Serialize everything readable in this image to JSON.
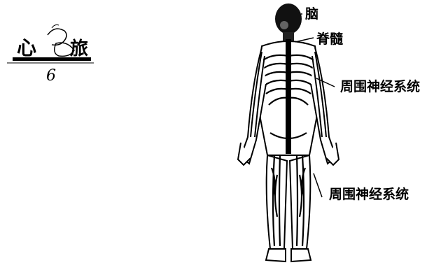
{
  "logo": {
    "text": "心旅",
    "page_number": "6"
  },
  "labels": {
    "brain": "脑",
    "spinal_cord": "脊髓",
    "peripheral_upper": "周围神经系统",
    "peripheral_lower": "周围神经系统"
  }
}
